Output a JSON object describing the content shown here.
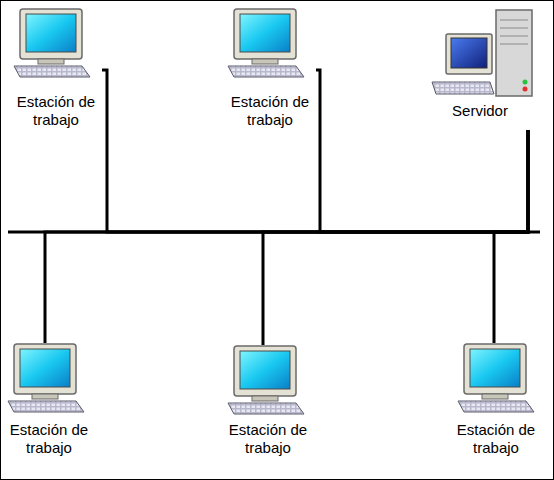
{
  "diagram": {
    "nodes": [
      {
        "text": [
          "Estación de trabajo"
        ]
      },
      {
        "text": [
          "Estación de trabajo"
        ]
      },
      {
        "text": [
          "Servidor"
        ]
      },
      {
        "text": [
          "Estación de trabajo"
        ]
      },
      {
        "text": [
          "Estación de trabajo"
        ]
      },
      {
        "text": [
          "Estación de trabajo"
        ]
      }
    ],
    "edges": [
      {
        "from": 0,
        "to": 2,
        "arrow": "none"
      },
      {
        "from": 1,
        "to": 2,
        "arrow": "none"
      },
      {
        "from": 3,
        "to": 2,
        "arrow": "none"
      },
      {
        "from": 4,
        "to": 2,
        "arrow": "none"
      },
      {
        "from": 5,
        "to": 2,
        "arrow": "none"
      }
    ]
  }
}
